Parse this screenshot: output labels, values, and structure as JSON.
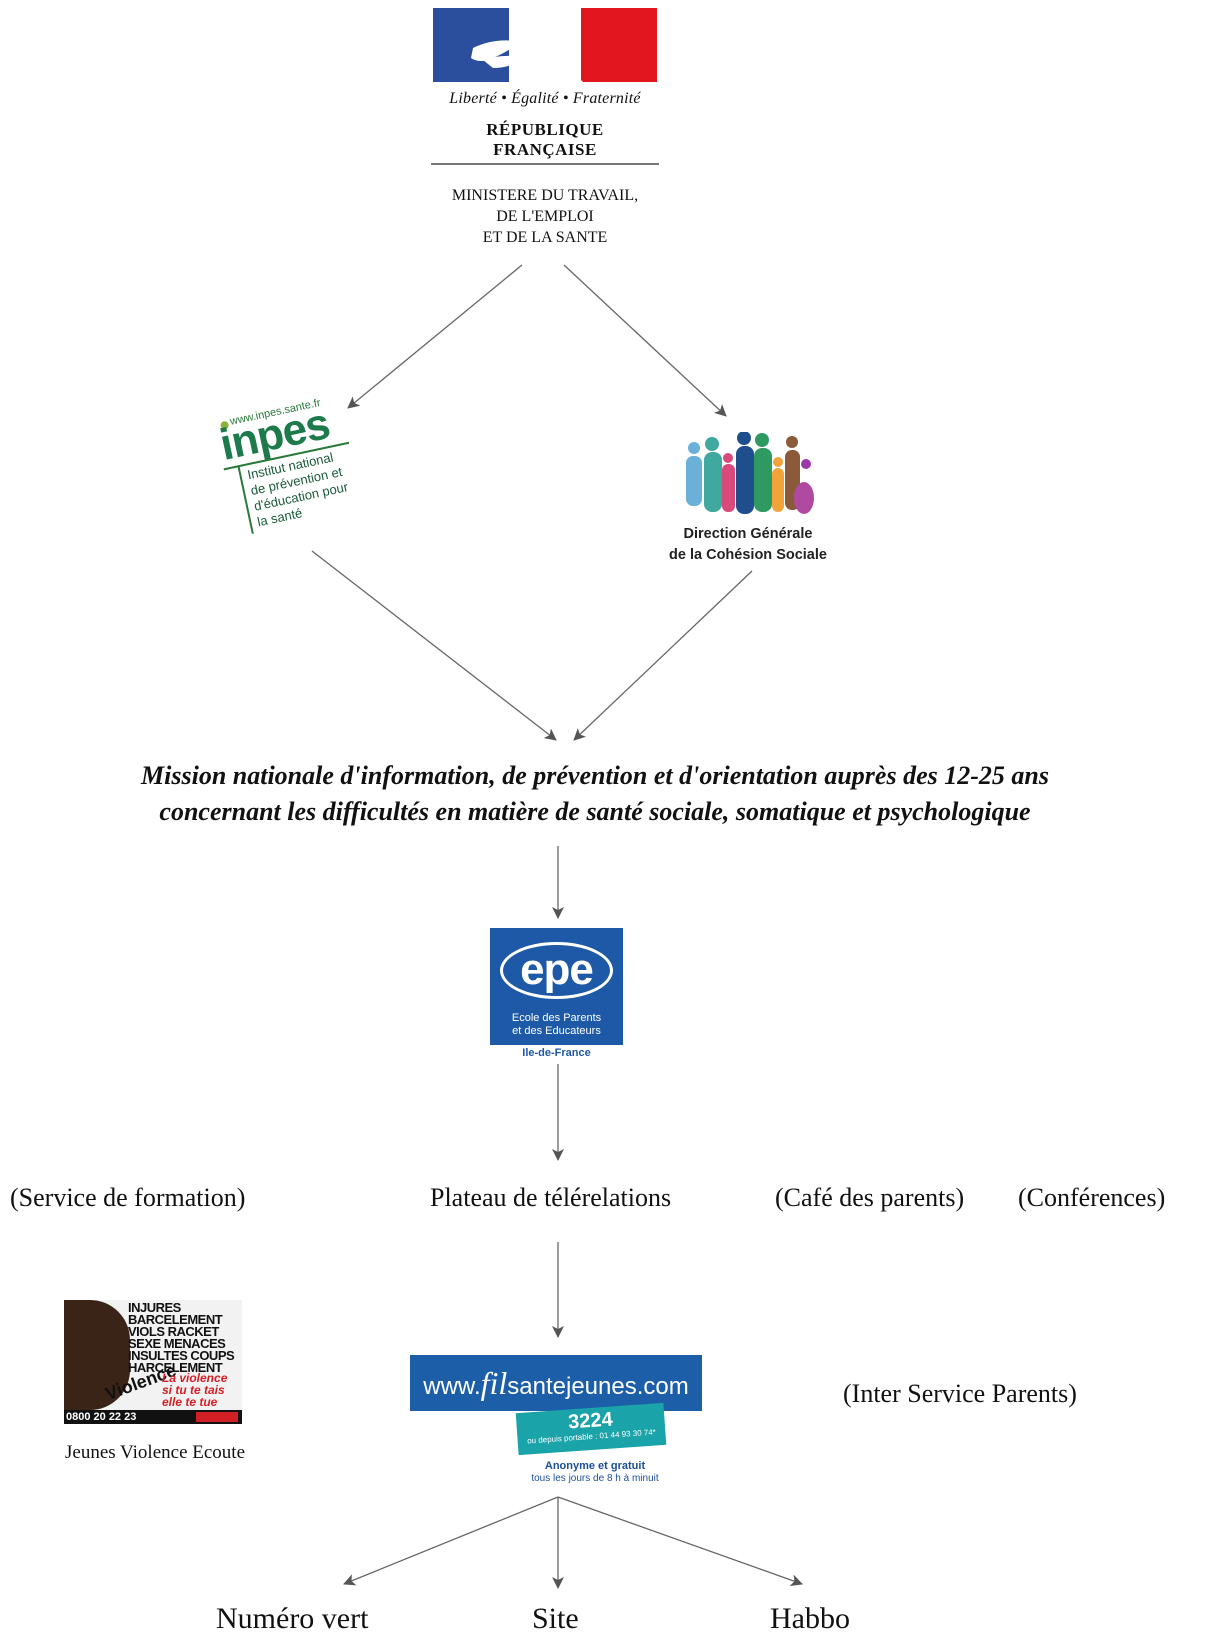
{
  "logos": {
    "rf": {
      "motto": "Liberté • Égalité • Fraternité",
      "name": "RÉPUBLIQUE FRANÇAISE"
    },
    "inpes": {
      "url": "www.inpes.sante.fr",
      "name": "inpes",
      "desc_1": "Institut national",
      "desc_2": "de prévention et",
      "desc_3": "d'éducation pour",
      "desc_4": "la santé"
    },
    "dgcs": {
      "line_1": "Direction Générale",
      "line_2": "de la Cohésion Sociale"
    },
    "epe": {
      "name": "epe",
      "sub_1": "Ecole des Parents",
      "sub_2": "et des Educateurs",
      "region": "Ile-de-France"
    },
    "jve": {
      "words": "INJURES BARCELEMENT VIOLS RACKET SEXE MENACES INSULTES COUPS HARCELEMENT",
      "violence_word": "Violence",
      "red_1": "La violence",
      "red_2": "si tu te tais",
      "red_3": "elle te tue",
      "phone": "0800 20 22 23"
    },
    "fsj": {
      "pre": "www.",
      "fil": "fil",
      "mid": "santejeunes",
      "post": ".com",
      "number": "3224",
      "mobile": "ou depuis portable : 01 44 93 30 74*",
      "anon": "Anonyme et gratuit",
      "hours": "tous les jours de 8 h à minuit"
    }
  },
  "ministry": {
    "line_1": "MINISTERE DU TRAVAIL,",
    "line_2": "DE L'EMPLOI",
    "line_3": "ET DE LA SANTE"
  },
  "mission": {
    "line_1": "Mission nationale d'information, de prévention et d'orientation auprès des 12-25 ans",
    "line_2": "concernant les difficultés en matière de santé sociale, somatique et psychologique"
  },
  "services": {
    "formation": "(Service de formation)",
    "plateau": "Plateau de télérelations",
    "cafe": "(Café des parents)",
    "conferences": "(Conférences)"
  },
  "lower": {
    "jve_caption": "Jeunes Violence Ecoute",
    "isp": "(Inter Service Parents)"
  },
  "outputs": {
    "vert": "Numéro vert",
    "site": "Site",
    "habbo": "Habbo"
  },
  "colors": {
    "flag_blue": "#2b4f9c",
    "flag_red": "#e1161f",
    "inpes_green": "#1d7a4a",
    "epe_blue": "#1d59a6",
    "fsj_blue": "#1c5fa8",
    "fsj_teal": "#1aa3a8",
    "jve_red": "#d21f26",
    "arrow": "#555555"
  }
}
